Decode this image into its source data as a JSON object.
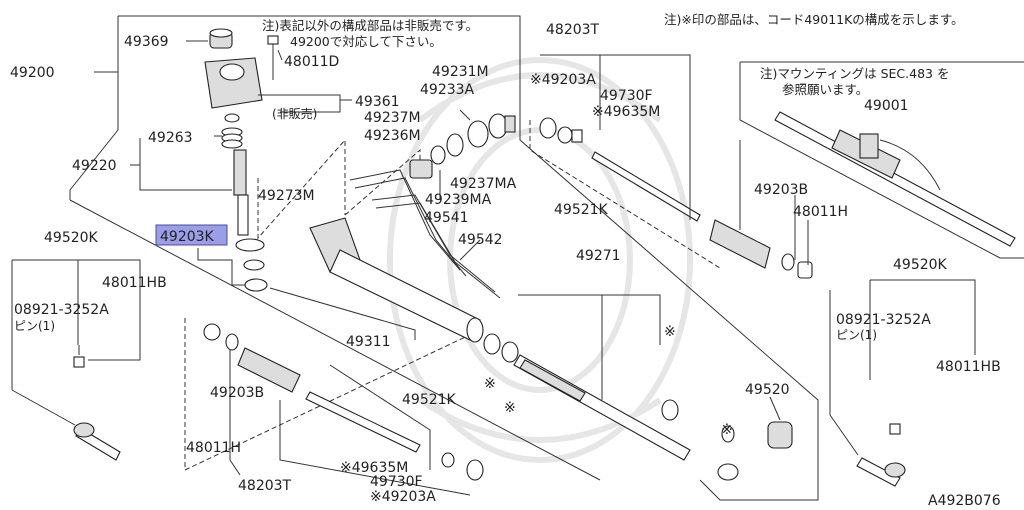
{
  "labels": {
    "p49200": "49200",
    "p49369": "49369",
    "p48011D": "48011D",
    "p49361": "49361",
    "p49263": "49263",
    "p49220": "49220",
    "p49273M": "49273M",
    "p49203K": "49203K",
    "p49237M": "49237M",
    "p49236M": "49236M",
    "p49231M": "49231M",
    "p49233A": "49233A",
    "p49237MA": "49237MA",
    "p49239MA": "49239MA",
    "p49541": "49541",
    "p49542": "49542",
    "p49311": "49311",
    "p49520K_left": "49520K",
    "p48011HB_left": "48011HB",
    "p08921_left": "08921-3252A",
    "pin_left": "ピン(1)",
    "p48203T_top": "48203T",
    "p49203A_top": "※49203A",
    "p49730F_top": "49730F",
    "p49635M_top": "※49635M",
    "p49521K_top": "49521K",
    "p49203B_right": "49203B",
    "p48011H_right": "48011H",
    "p49271": "49271",
    "p49001": "49001",
    "p49520K_right": "49520K",
    "p08921_right": "08921-3252A",
    "pin_right": "ピン(1)",
    "p48011HB_right": "48011HB",
    "p49520": "49520",
    "p49203B_left": "49203B",
    "p48011H_left": "48011H",
    "p48203T_bottom": "48203T",
    "p49521K_bottom": "49521K",
    "p49635M_bottom": "※49635M",
    "p49730F_bottom": "49730F",
    "p49203A_bottom": "※49203A",
    "not_sold": "(非販売)",
    "asterisk": "※"
  },
  "notes": {
    "note1_line1": "注)表記以外の構成部品は非販売です。",
    "note1_line2": "49200で対応して下さい。",
    "note2": "注)※印の部品は、コード49011Kの構成を示します。",
    "note3_line1": "注)マウンティングは SEC.483 を",
    "note3_line2": "参照願います。"
  },
  "figure_code": "A492B076",
  "colors": {
    "highlight": "#9a9ee6",
    "line": "#333333",
    "watermark": "#e6e6e6"
  }
}
